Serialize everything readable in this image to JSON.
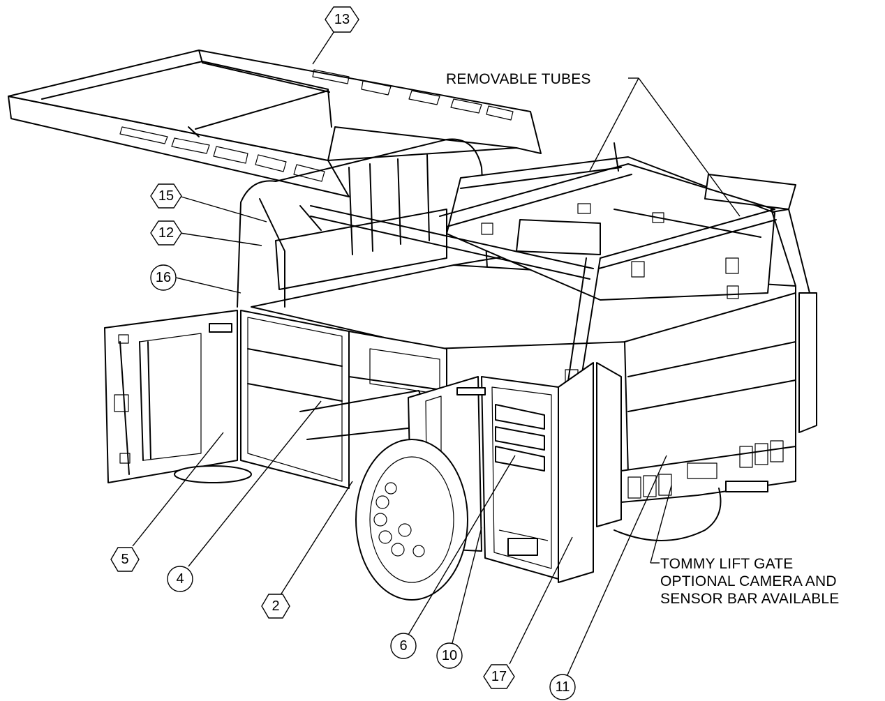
{
  "annotations": {
    "removable_tubes": "REMOVABLE TUBES",
    "lift_gate_line1": "TOMMY LIFT GATE",
    "lift_gate_line2": "OPTIONAL CAMERA AND",
    "lift_gate_line3": "SENSOR BAR AVAILABLE"
  },
  "callouts": [
    {
      "id": "13",
      "shape": "hexagon"
    },
    {
      "id": "15",
      "shape": "hexagon"
    },
    {
      "id": "12",
      "shape": "hexagon"
    },
    {
      "id": "16",
      "shape": "circle"
    },
    {
      "id": "5",
      "shape": "hexagon"
    },
    {
      "id": "4",
      "shape": "circle"
    },
    {
      "id": "2",
      "shape": "hexagon"
    },
    {
      "id": "6",
      "shape": "circle"
    },
    {
      "id": "10",
      "shape": "circle"
    },
    {
      "id": "17",
      "shape": "hexagon"
    },
    {
      "id": "11",
      "shape": "circle"
    }
  ]
}
